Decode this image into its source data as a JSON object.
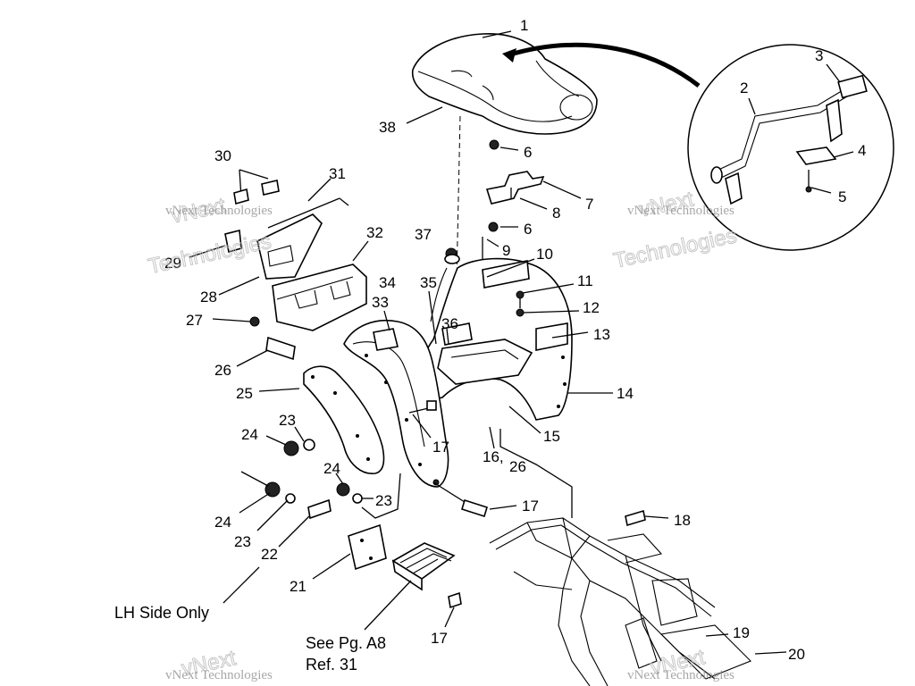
{
  "diagram": {
    "labels": {
      "p1": "1",
      "p2": "2",
      "p3": "3",
      "p4": "4",
      "p5": "5",
      "p6a": "6",
      "p6b": "6",
      "p7": "7",
      "p8": "8",
      "p9": "9",
      "p10": "10",
      "p11": "11",
      "p12": "12",
      "p13": "13",
      "p14": "14",
      "p15": "15",
      "p16": "16,",
      "p26b": "26",
      "p17a": "17",
      "p17b": "17",
      "p17c": "17",
      "p18": "18",
      "p19": "19",
      "p20": "20",
      "p21": "21",
      "p22": "22",
      "p23a": "23",
      "p23b": "23",
      "p23c": "23",
      "p24a": "24",
      "p24b": "24",
      "p24c": "24",
      "p25": "25",
      "p26": "26",
      "p27": "27",
      "p28": "28",
      "p29": "29",
      "p30": "30",
      "p31": "31",
      "p32": "32",
      "p33": "33",
      "p34": "34",
      "p35": "35",
      "p36": "36",
      "p37": "37",
      "p38": "38"
    },
    "notes": {
      "lh_side": "LH Side Only",
      "see_pg": "See Pg. A8",
      "ref": "Ref. 31"
    },
    "watermark": {
      "line1": "vNext",
      "line2": "Technologies",
      "full": "vNext Technologies"
    }
  }
}
